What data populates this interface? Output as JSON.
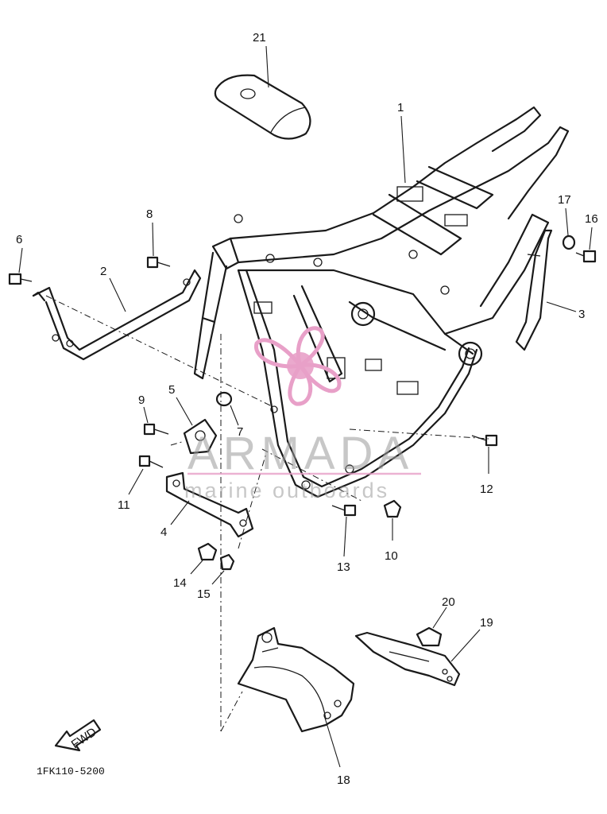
{
  "diagram": {
    "drawing_code": "1FK110-5200",
    "fwd_label": "FWD",
    "callouts": [
      "1",
      "2",
      "3",
      "4",
      "5",
      "6",
      "7",
      "8",
      "9",
      "10",
      "11",
      "12",
      "13",
      "14",
      "15",
      "16",
      "17",
      "18",
      "19",
      "20",
      "21"
    ]
  },
  "watermark": {
    "brand": "ARMADA",
    "tagline": "marine outboards",
    "color": "#e8a0c8"
  }
}
